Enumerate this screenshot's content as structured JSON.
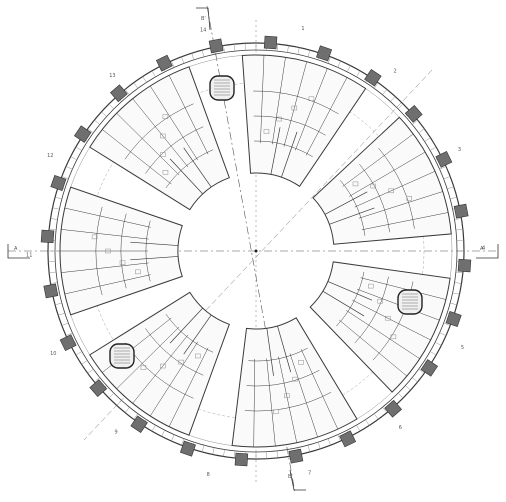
{
  "plan": {
    "sectors": 7,
    "pier_count": 24,
    "line_color": "#3a3a3a",
    "hatch_color": "#8f8f8f",
    "pier_color": "#6f6f6f",
    "axis_color": "#555555",
    "section_tags": [
      "B'",
      "B",
      "A",
      "A'"
    ],
    "grid_tags": [
      "1",
      "2",
      "3",
      "4",
      "5",
      "6",
      "7",
      "8",
      "9",
      "10",
      "11",
      "12",
      "13",
      "14"
    ]
  }
}
